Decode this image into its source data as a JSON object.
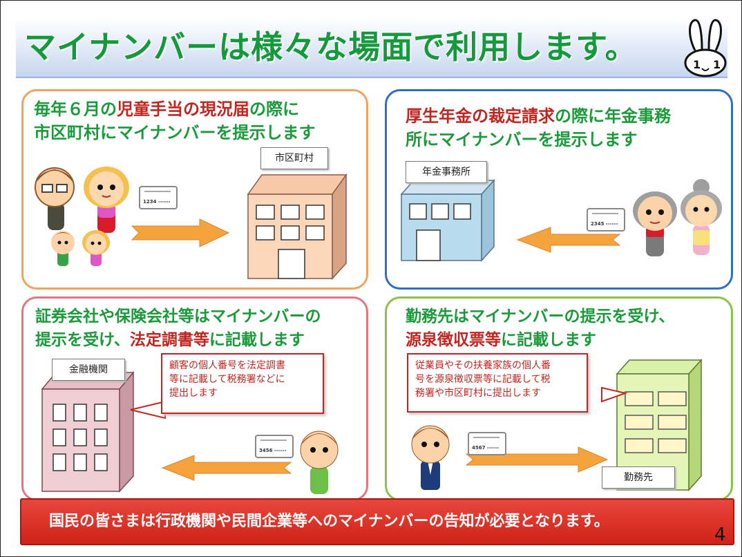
{
  "title": "マイナンバーは様々な場面で利用します。",
  "panels": [
    {
      "line1_a": "毎年６月の",
      "line1_b": "児童手当の現況届",
      "line1_c": "の際に",
      "line2": "市区町村にマイナンバーを提示します",
      "building_label": "市区町村",
      "card_number": "1234 ------"
    },
    {
      "line1_a": "厚生年金の裁定請求",
      "line1_b": "の際に年金事務",
      "line2": "所にマイナンバーを提示します",
      "building_label": "年金事務所",
      "card_number": "2345 ------"
    },
    {
      "line1": "証券会社や保険会社等はマイナンバーの",
      "line2_a": "提示を受け、",
      "line2_b": "法定調書等",
      "line2_c": "に記載します",
      "building_label": "金融機関",
      "card_number": "3456 ------",
      "callout_lines": [
        "顧客の個人番号を法定調書",
        "等に記載して税務署などに",
        "提出します"
      ]
    },
    {
      "line1": "勤務先はマイナンバーの提示を受け、",
      "line2_a": "源泉徴収票等",
      "line2_b": "に記載します",
      "building_label": "勤務先",
      "card_number": "4567 ------",
      "callout_lines": [
        "従業員やその扶養家族の個人番",
        "号を源泉徴収票等に記載して税",
        "務署や市区町村に提出します"
      ]
    }
  ],
  "footer": "国民の皆さまは行政機関や民間企業等へのマイナンバーの告知が必要となります。",
  "page_number": "4",
  "colors": {
    "title_green": "#149a3c",
    "red": "#c0261f",
    "arrow_orange": "#f5a33d"
  }
}
